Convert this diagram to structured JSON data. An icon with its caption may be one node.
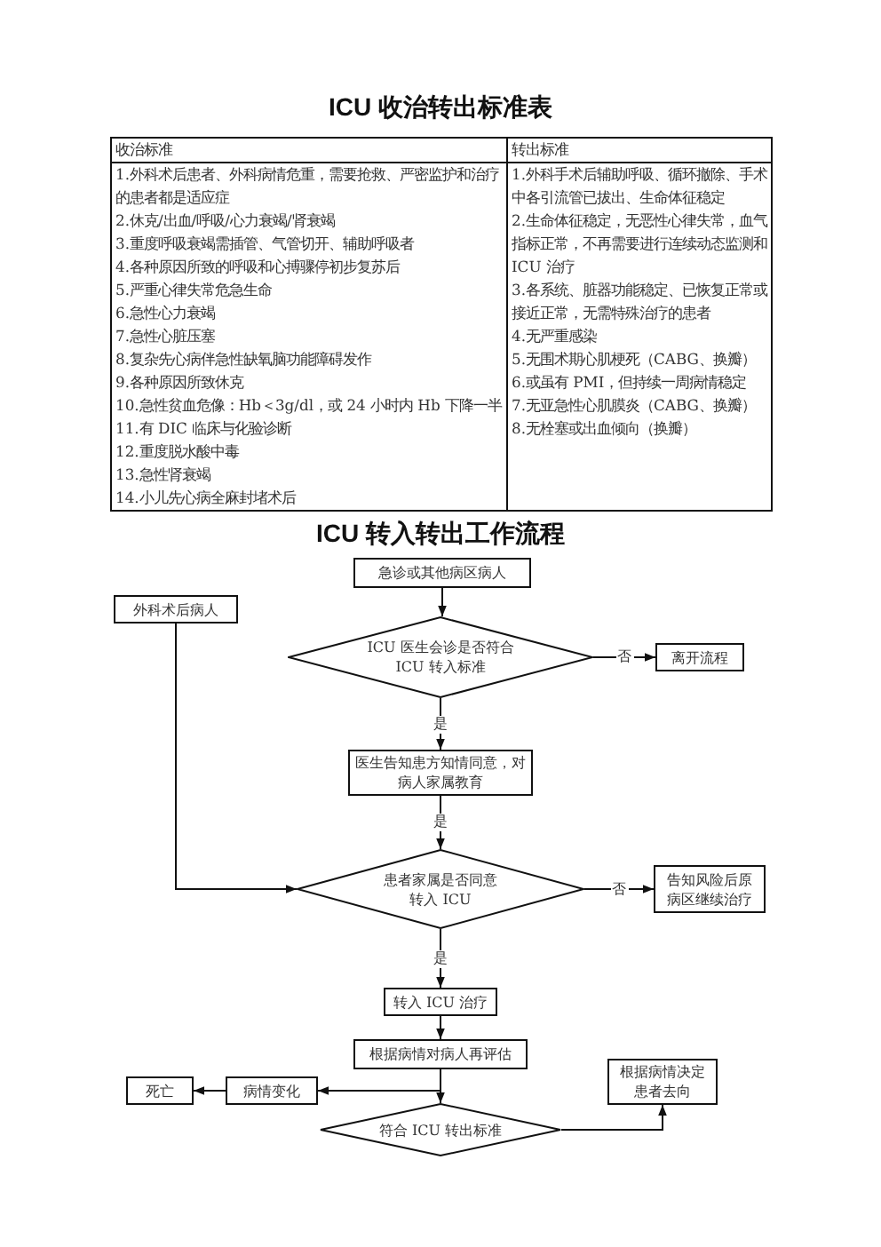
{
  "diagram": {
    "title": "ICU 收治转出标准表",
    "nodes": [
      {
        "text": [
          "急诊或其他病区病人"
        ]
      },
      {
        "text": [
          "外科术后病人"
        ]
      },
      {
        "text": [
          "ICU 医生会诊是否符合ICU 转入标准"
        ]
      },
      {
        "text": [
          "离开流程"
        ]
      },
      {
        "text": [
          "医生告知患方知情同意，对病人家属教育"
        ]
      },
      {
        "text": [
          "患者家属是否同意转入 ICU"
        ]
      },
      {
        "text": [
          "告知风险后原病区继续治疗"
        ]
      },
      {
        "text": [
          "转入 ICU 治疗"
        ]
      },
      {
        "text": [
          "根据病情对病人再评估"
        ]
      },
      {
        "text": [
          "死亡"
        ]
      },
      {
        "text": [
          "病情变化"
        ]
      },
      {
        "text": [
          "根据病情决定患者去向"
        ]
      },
      {
        "text": [
          "符合 ICU 转出标准"
        ]
      }
    ],
    "edges": [
      {
        "from": 0,
        "to": 2,
        "arrow": "to"
      },
      {
        "from": 2,
        "to": 3,
        "arrow": "to",
        "label": "否"
      },
      {
        "from": 2,
        "to": 4,
        "arrow": "to",
        "label": "是"
      },
      {
        "from": 4,
        "to": 5,
        "arrow": "to",
        "label": "是"
      },
      {
        "from": 1,
        "to": 5,
        "arrow": "to"
      },
      {
        "from": 5,
        "to": 6,
        "arrow": "to",
        "label": "否"
      },
      {
        "from": 5,
        "to": 7,
        "arrow": "to",
        "label": "是"
      },
      {
        "from": 7,
        "to": 8,
        "arrow": "to"
      },
      {
        "from": 8,
        "to": 12,
        "arrow": "to"
      },
      {
        "from": 8,
        "to": 10,
        "arrow": "to"
      },
      {
        "from": 10,
        "to": 9,
        "arrow": "to"
      },
      {
        "from": 12,
        "to": 11,
        "arrow": "to"
      }
    ],
    "labels": [
      "收治标准",
      "转出标准",
      "1.外科术后患者、外科病情危重，需要抢救、严密监护和治疗的患者都是适应症",
      "2.休克/出血/呼吸/心力衰竭/肾衰竭",
      "3.重度呼吸衰竭需插管、气管切开、辅助呼吸者",
      "4.各种原因所致的呼吸和心搏骤停初步复苏后",
      "5.严重心律失常危急生命",
      "6.急性心力衰竭",
      "7.急性心脏压塞",
      "8.复杂先心病伴急性缺氧脑功能障碍发作",
      "9.各种原因所致休克",
      "10.急性贫血危像：Hb＜3g/dl，或 24 小时内 Hb 下降一半",
      "11.有 DIC 临床与化验诊断",
      "12.重度脱水酸中毒",
      "13.急性肾衰竭",
      "14.小儿先心病全麻封堵术后",
      "1.外科手术后辅助呼吸、循环撤除、手术中各引流管已拔出、生命体征稳定",
      "2.生命体征稳定，无恶性心律失常，血气指标正常，不再需要进行连续动态监测和 ICU 治疗",
      "3.各系统、脏器功能稳定、已恢复正常或接近正常，无需特殊治疗的患者",
      "4.无严重感染",
      "5.无围术期心肌梗死（CABG、换瓣）",
      "6.或虽有 PMI，但持续一周病情稳定",
      "7.无亚急性心肌膜炎（CABG、换瓣）",
      "8.无栓塞或出血倾向（换瓣）",
      "ICU 转入转出工作流程"
    ]
  }
}
